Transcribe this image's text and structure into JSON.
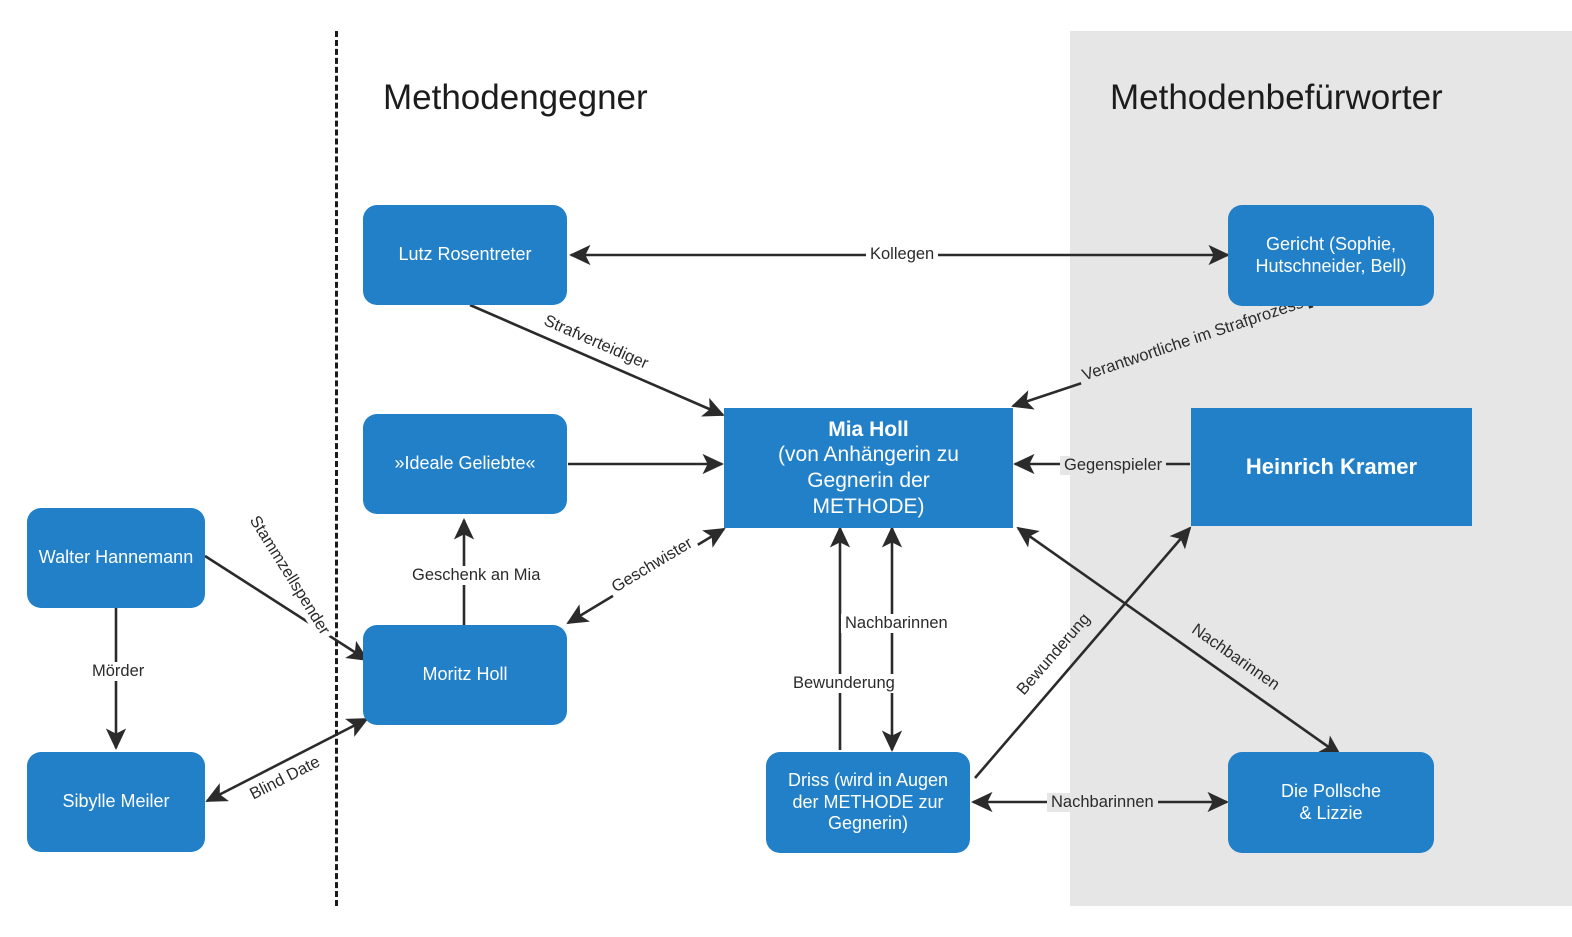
{
  "diagram": {
    "title_left": "Methodengegner",
    "title_right": "Methodenbefürworter",
    "colors": {
      "node_fill": "#2180c8",
      "node_text": "#ffffff",
      "panel_bg": "#e6e6e6",
      "canvas_bg": "#ffffff",
      "edge_stroke": "#2b2b2b",
      "divider": "#1a1a1a"
    }
  },
  "nodes": [
    {
      "id": "lutz",
      "label": "Lutz Rosentreter",
      "lines": [
        "Lutz Rosentreter"
      ],
      "shape": "rounded",
      "side": "gegner"
    },
    {
      "id": "gericht",
      "label": "Gericht (Sophie, Hutschneider, Bell)",
      "lines": [
        "Gericht (Sophie,",
        "Hutschneider, Bell)"
      ],
      "shape": "rounded",
      "side": "befuerworter"
    },
    {
      "id": "ideale",
      "label": "»Ideale Geliebte«",
      "lines": [
        "»Ideale Geliebte«"
      ],
      "shape": "rounded",
      "side": "gegner"
    },
    {
      "id": "mia",
      "label": "Mia Holl (von Anhängerin zu Gegnerin der METHODE)",
      "lines": [
        "Mia Holl",
        "(von Anhängerin zu",
        "Gegnerin der",
        "METHODE)"
      ],
      "bold_first": true,
      "shape": "square",
      "side": "center"
    },
    {
      "id": "heinrich",
      "label": "Heinrich Kramer",
      "lines": [
        "Heinrich Kramer"
      ],
      "bold_first": true,
      "shape": "square",
      "side": "befuerworter"
    },
    {
      "id": "walter",
      "label": "Walter Hannemann",
      "lines": [
        "Walter Hannemann"
      ],
      "shape": "rounded",
      "side": "gegner"
    },
    {
      "id": "moritz",
      "label": "Moritz Holl",
      "lines": [
        "Moritz Holl"
      ],
      "shape": "rounded",
      "side": "gegner"
    },
    {
      "id": "sibylle",
      "label": "Sibylle Meiler",
      "lines": [
        "Sibylle Meiler"
      ],
      "shape": "rounded",
      "side": "gegner"
    },
    {
      "id": "driss",
      "label": "Driss (wird in Augen der METHODE zur Gegnerin)",
      "lines": [
        "Driss (wird in Augen",
        "der METHODE zur",
        "Gegnerin)"
      ],
      "shape": "rounded",
      "side": "center"
    },
    {
      "id": "pollsche",
      "label": "Die Pollsche & Lizzie",
      "lines": [
        "Die Pollsche",
        "& Lizzie"
      ],
      "shape": "rounded",
      "side": "befuerworter"
    }
  ],
  "edges": [
    {
      "id": "e1",
      "from": "gericht",
      "to": "lutz",
      "label": "Kollegen",
      "arrows": "both"
    },
    {
      "id": "e2",
      "from": "lutz",
      "to": "mia",
      "label": "Strafverteidiger",
      "arrows": "to"
    },
    {
      "id": "e3",
      "from": "gericht",
      "to": "mia",
      "label": "Verantwortliche im Strafprozess",
      "arrows": "to"
    },
    {
      "id": "e4",
      "from": "ideale",
      "to": "mia",
      "label": "",
      "arrows": "to"
    },
    {
      "id": "e5",
      "from": "heinrich",
      "to": "mia",
      "label": "Gegenspieler",
      "arrows": "to"
    },
    {
      "id": "e6",
      "from": "moritz",
      "to": "ideale",
      "label": "Geschenk an Mia",
      "arrows": "to"
    },
    {
      "id": "e7",
      "from": "mia",
      "to": "moritz",
      "label": "Geschwister",
      "arrows": "both"
    },
    {
      "id": "e8",
      "from": "walter",
      "to": "sibylle",
      "label": "Mörder",
      "arrows": "to"
    },
    {
      "id": "e9",
      "from": "walter",
      "to": "moritz",
      "label": "Stammzellspender",
      "arrows": "to"
    },
    {
      "id": "e10",
      "from": "moritz",
      "to": "sibylle",
      "label": "Blind Date",
      "arrows": "both"
    },
    {
      "id": "e11",
      "from": "driss",
      "to": "mia",
      "label": "Bewunderung",
      "arrows": "to"
    },
    {
      "id": "e12",
      "from": "driss",
      "to": "mia",
      "label": "Nachbarinnen",
      "arrows": "both"
    },
    {
      "id": "e13",
      "from": "driss",
      "to": "pollsche",
      "label": "Nachbarinnen",
      "arrows": "both"
    },
    {
      "id": "e14",
      "from": "driss",
      "to": "heinrich",
      "label": "Bewunderung",
      "arrows": "to"
    },
    {
      "id": "e15",
      "from": "pollsche",
      "to": "mia",
      "label": "Nachbarinnen",
      "arrows": "both"
    }
  ]
}
